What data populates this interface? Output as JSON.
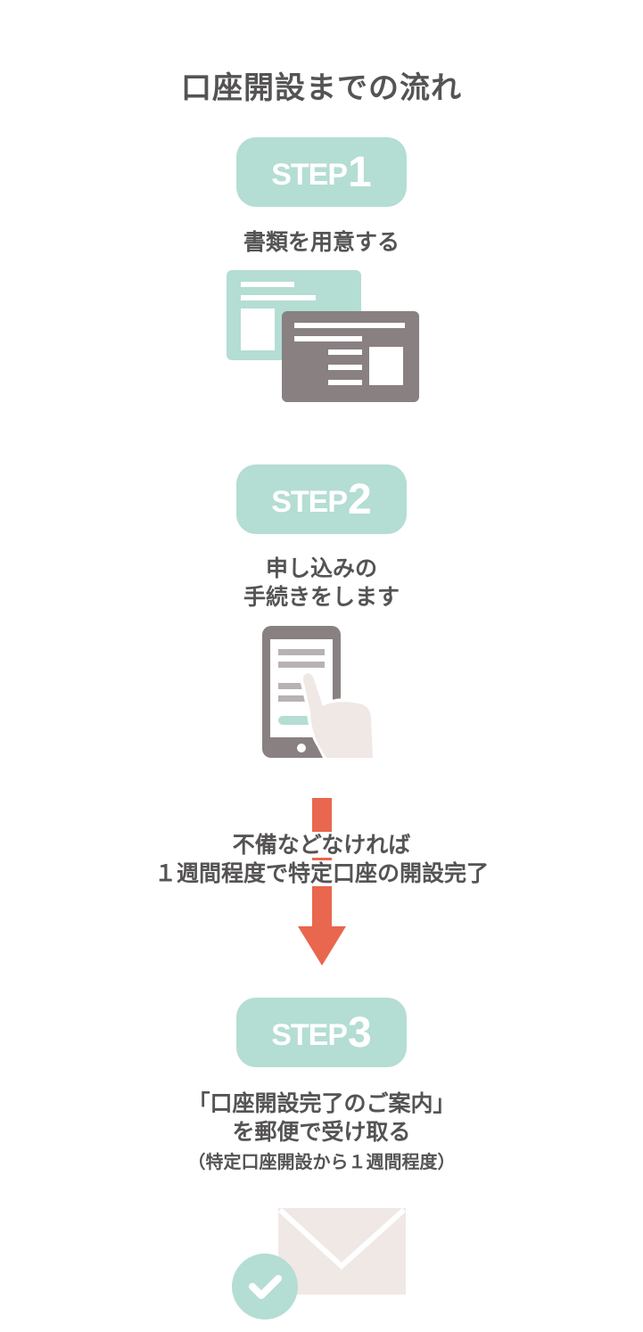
{
  "page": {
    "title": "口座開設までの流れ"
  },
  "steps": [
    {
      "word": "STEP",
      "number": "1",
      "caption": "書類を用意する"
    },
    {
      "word": "STEP",
      "number": "2",
      "caption_line1": "申し込みの",
      "caption_line2": "手続きをします"
    },
    {
      "word": "STEP",
      "number": "3",
      "caption_line1": "「口座開設完了のご案内」",
      "caption_line2": "を郵便で受け取る",
      "note": "（特定口座開設から１週間程度）"
    }
  ],
  "transition": {
    "line1": "不備などなければ",
    "line2": "１週間程度で特定口座の開設完了"
  },
  "colors": {
    "mint": "#b4ddd3",
    "dark_gray": "#898081",
    "text": "#555353",
    "arrow": "#e8674e",
    "beige": "#f0e8e5",
    "check_circle": "#b4ddd3"
  },
  "icons": [
    "documents-icon",
    "smartphone-tap-icon",
    "arrow-down-icon",
    "envelope-icon",
    "check-icon"
  ]
}
